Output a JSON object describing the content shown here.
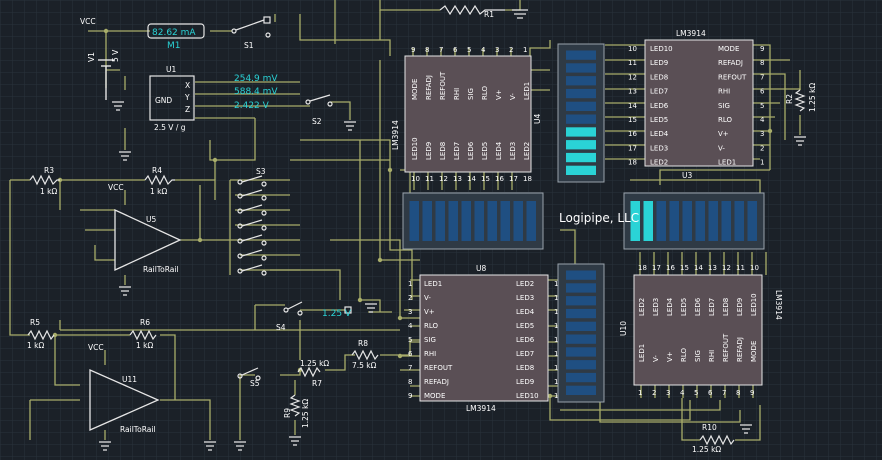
{
  "colors": {
    "background": "#1b2128",
    "grid": "#2a323b",
    "wire": "#a8ad6a",
    "component": "#e6e6e6",
    "chip_fill": "#5a4f55",
    "bar_off": "#1f4f82",
    "bar_on": "#2ad3d6",
    "measurement": "#2ad3d6"
  },
  "labels": {
    "vcc_top": "VCC",
    "vcc_u5": "VCC",
    "vcc_u11": "VCC",
    "v1": "V1",
    "v1_val": "5 V",
    "m1_reading": "82.62 mA",
    "m1": "M1",
    "s1": "S1",
    "s2": "S2",
    "s3": "S3",
    "s4": "S4",
    "s5": "S5",
    "u1": "U1",
    "u1_gnd": "GND",
    "u1_x": "X",
    "u1_y": "Y",
    "u1_z": "Z",
    "u1_sens": "2.5 V / g",
    "meas_x": "254.9 mV",
    "meas_y": "588.4 mV",
    "meas_z": "2.422 V",
    "meas_s4": "1.25 V",
    "r1": "R1",
    "r2": "R2",
    "r2_val": "1.25 kΩ",
    "r3": "R3",
    "r3_val": "1 kΩ",
    "r4": "R4",
    "r4_val": "1 kΩ",
    "r5": "R5",
    "r5_val": "1 kΩ",
    "r6": "R6",
    "r6_val": "1 kΩ",
    "r7": "R7",
    "r7_val": "1.25 kΩ",
    "r8": "R8",
    "r8_val": "7.5 kΩ",
    "r9": "R9",
    "r9_val": "1.25 kΩ",
    "r10": "R10",
    "r10_val": "1.25 kΩ",
    "u5": "U5",
    "u5_type": "RailToRail",
    "u11": "U11",
    "u11_type": "RailToRail",
    "u4": "U4",
    "u3": "U3",
    "u8": "U8",
    "u10": "U10",
    "chip_part": "LM3914",
    "brand": "Logipipe, LLC"
  },
  "chips": {
    "pin_names": [
      "LED1",
      "V-",
      "V+",
      "RLO",
      "SIG",
      "RHI",
      "REFOUT",
      "REFADJ",
      "MODE",
      "LED10",
      "LED9",
      "LED8",
      "LED7",
      "LED6",
      "LED5",
      "LED4",
      "LED3",
      "LED2"
    ],
    "pin_numbers": [
      "1",
      "2",
      "3",
      "4",
      "5",
      "6",
      "7",
      "8",
      "9",
      "10",
      "11",
      "12",
      "13",
      "14",
      "15",
      "16",
      "17",
      "18"
    ]
  },
  "bargraphs": {
    "vertical_top_lit_segments": 4,
    "horizontal_right_lit_segments": 2,
    "vertical_bottom_lit_segments": 0,
    "horizontal_left_lit_segments": 0,
    "segments_per_graph": 10
  }
}
